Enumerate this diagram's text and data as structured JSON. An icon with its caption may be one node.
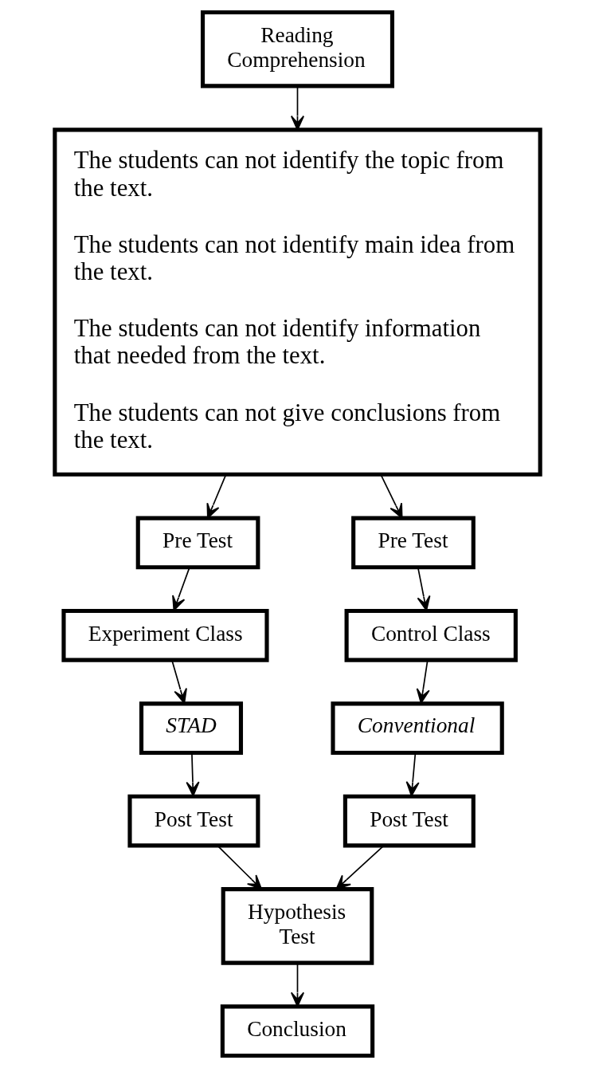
{
  "diagram": {
    "nodes": [
      {
        "text": [
          "Reading Comprehension"
        ]
      },
      {
        "text": [
          "The students can not identify the topic from the text.",
          "The students can not identify main idea from the text.",
          "The students can not identify information that needed from the text.",
          "The students can not give conclusions from the text."
        ]
      },
      {
        "text": [
          "Pre Test"
        ]
      },
      {
        "text": [
          "Pre Test"
        ]
      },
      {
        "text": [
          "Experiment Class"
        ]
      },
      {
        "text": [
          "Control Class"
        ]
      },
      {
        "text": [
          "STAD"
        ]
      },
      {
        "text": [
          "Conventional"
        ]
      },
      {
        "text": [
          "Post Test"
        ]
      },
      {
        "text": [
          "Post Test"
        ]
      },
      {
        "text": [
          "Hypothesis Test"
        ]
      },
      {
        "text": [
          "Conclusion"
        ]
      }
    ],
    "edges": [
      {
        "from": 0,
        "to": 1,
        "arrow": "to"
      },
      {
        "from": 1,
        "to": 2,
        "arrow": "to"
      },
      {
        "from": 1,
        "to": 3,
        "arrow": "to"
      },
      {
        "from": 2,
        "to": 4,
        "arrow": "to"
      },
      {
        "from": 3,
        "to": 5,
        "arrow": "to"
      },
      {
        "from": 4,
        "to": 6,
        "arrow": "to"
      },
      {
        "from": 5,
        "to": 7,
        "arrow": "to"
      },
      {
        "from": 6,
        "to": 8,
        "arrow": "to"
      },
      {
        "from": 7,
        "to": 9,
        "arrow": "to"
      },
      {
        "from": 8,
        "to": 10,
        "arrow": "to"
      },
      {
        "from": 9,
        "to": 10,
        "arrow": "to"
      },
      {
        "from": 10,
        "to": 11,
        "arrow": "to"
      }
    ]
  }
}
